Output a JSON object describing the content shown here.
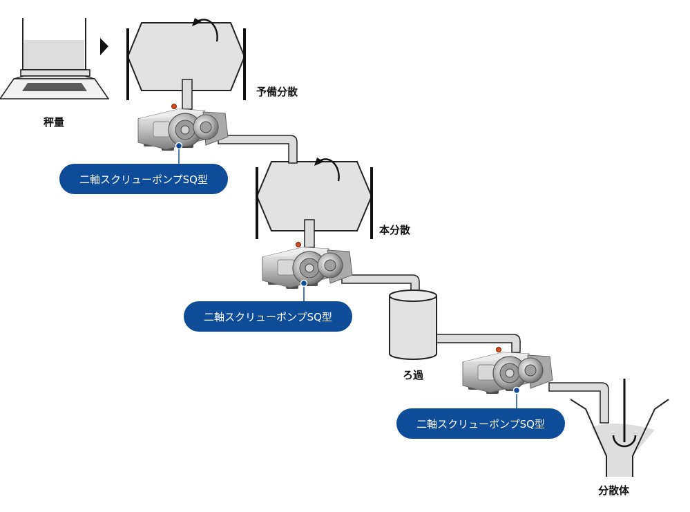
{
  "labels": {
    "weighing": "秤量",
    "pre_dispersion": "予備分散",
    "main_dispersion": "本分散",
    "filtration": "ろ過",
    "dispersion_product": "分散体"
  },
  "pumps": [
    {
      "label": "二軸スクリューポンプSQ型"
    },
    {
      "label": "二軸スクリューポンプSQ型"
    },
    {
      "label": "二軸スクリューポンプSQ型"
    }
  ],
  "colors": {
    "pill": "#0f4c97",
    "pipe_fill": "#dcdcdc",
    "pipe_stroke": "#222222",
    "vessel_fill": "#e2e2e2",
    "liquid": "#dedede"
  }
}
